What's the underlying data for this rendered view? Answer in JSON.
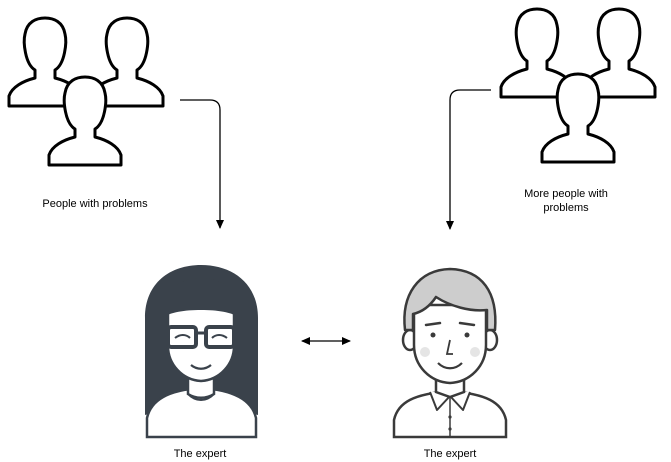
{
  "diagram": {
    "nodes": {
      "left_group": {
        "label": "People with problems",
        "icon": "people-group-icon"
      },
      "right_group": {
        "label": "More people with problems",
        "icon": "people-group-icon"
      },
      "expert_woman": {
        "label": "The expert",
        "icon": "woman-avatar-icon"
      },
      "expert_man": {
        "label": "The expert",
        "icon": "man-avatar-icon"
      }
    },
    "edges": [
      {
        "from": "left_group",
        "to": "expert_woman",
        "type": "one-way"
      },
      {
        "from": "right_group",
        "to": "expert_man",
        "type": "one-way"
      },
      {
        "from": "expert_woman",
        "to": "expert_man",
        "type": "two-way"
      }
    ],
    "colors": {
      "ink": "#000000",
      "hair_dark": "#3a424b",
      "hair_grey": "#cdcdcd",
      "outline": "#3a3a3a"
    }
  }
}
